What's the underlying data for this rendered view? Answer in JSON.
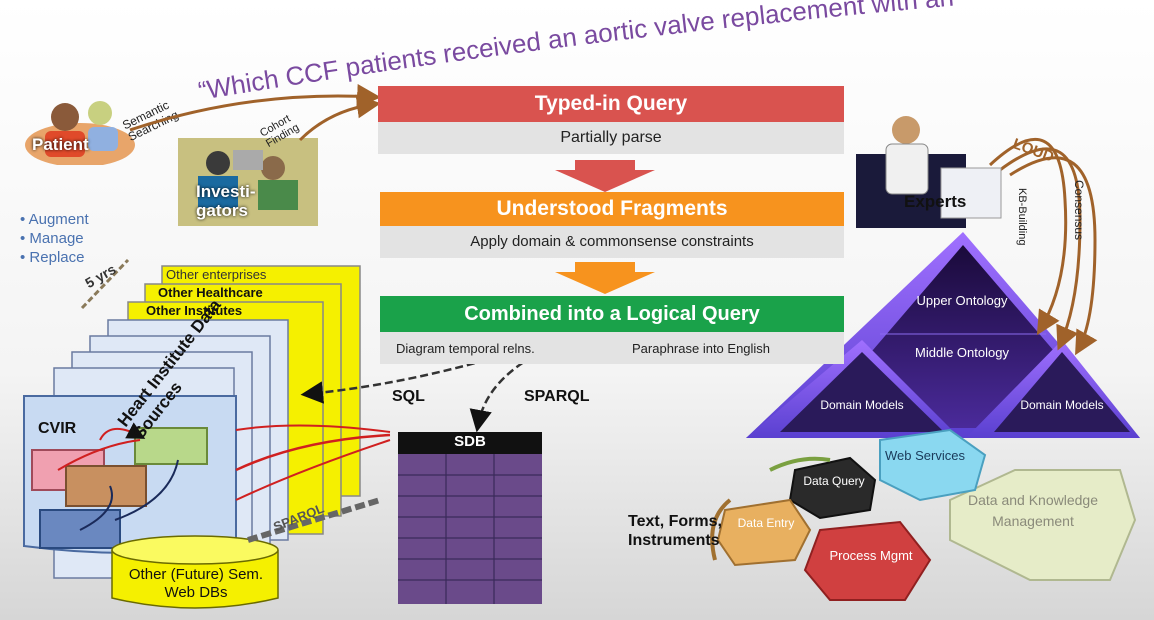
{
  "quote": "“Which CCF patients received an aortic valve replacement with an",
  "patient": {
    "label": "Patient",
    "arrow_label": "Semantic Searching"
  },
  "investigators": {
    "label": "Investi- gators",
    "arrow_label": "Cohort Finding"
  },
  "bullets": [
    "Augment",
    "Manage",
    "Replace"
  ],
  "years": "5 yrs",
  "sources": {
    "layers": [
      "Other enterprises",
      "Other Healthcare",
      "Other Institutes"
    ],
    "title": "Heart Institute Data Sources",
    "cvir": "CVIR",
    "future_db": "Other (Future) Sem. Web DBs",
    "sparql_label": "SPARQL"
  },
  "flow": {
    "typed": "Typed-in Query",
    "parse": "Partially parse",
    "fragments": "Understood Fragments",
    "constraints": "Apply domain & commonsense constraints",
    "combined": "Combined into a Logical Query",
    "diagram": "Diagram temporal relns.",
    "paraphrase": "Paraphrase into English"
  },
  "connections": {
    "sql": "SQL",
    "sparql": "SPARQL",
    "sdb": "SDB"
  },
  "experts": {
    "label": "Experts",
    "loud": "LOUD",
    "kb": "KB-Building",
    "consensus": "Consensus"
  },
  "ontology": {
    "upper": "Upper Ontology",
    "middle": "Middle Ontology",
    "domain_left": "Domain Models",
    "domain_right": "Domain Models"
  },
  "gears": {
    "text_forms": "Text, Forms, Instruments",
    "data_query": "Data Query",
    "web_services": "Web Services",
    "dkm": "Data and Knowledge Management",
    "data_entry": "Data Entry",
    "process_mgmt": "Process Mgmt"
  },
  "colors": {
    "typed": "#d9534f",
    "fragments": "#f7931e",
    "combined": "#1aa24a",
    "pyramid": "#3a1a6e",
    "sdb": "#6a4a8a"
  }
}
